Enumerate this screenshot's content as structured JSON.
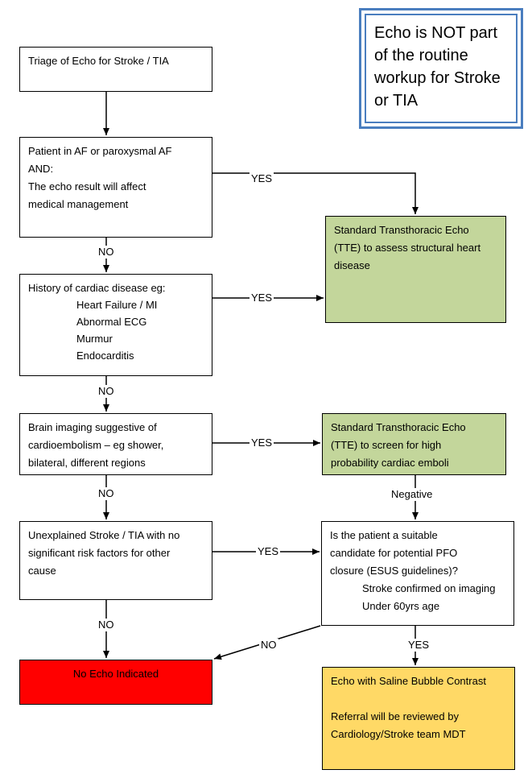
{
  "note": {
    "lines": [
      "Echo is NOT part",
      "of the routine",
      "workup for Stroke",
      "or TIA"
    ]
  },
  "boxes": {
    "triage": {
      "lines": [
        "Triage of Echo for Stroke / TIA"
      ]
    },
    "af": {
      "lines": [
        "Patient in AF or paroxysmal AF",
        "AND:",
        "The echo result will affect",
        "medical management"
      ]
    },
    "cardiac": {
      "heading": "History of cardiac disease eg:",
      "items": [
        "Heart Failure / MI",
        "Abnormal ECG",
        "Murmur",
        "Endocarditis"
      ]
    },
    "brain": {
      "lines": [
        "Brain imaging suggestive of",
        "cardioembolism – eg shower,",
        "bilateral, different regions"
      ]
    },
    "unexplained": {
      "lines": [
        "Unexplained Stroke / TIA with no",
        "significant risk factors for other",
        "cause"
      ]
    },
    "no_echo": {
      "lines": [
        "No Echo Indicated"
      ]
    },
    "tte_structural": {
      "lines": [
        "Standard Transthoracic Echo",
        "(TTE) to assess structural heart",
        "disease"
      ]
    },
    "tte_emboli": {
      "lines": [
        "Standard Transthoracic Echo",
        "(TTE) to screen for high",
        "probability cardiac emboli"
      ]
    },
    "pfo": {
      "lines": [
        "Is the patient a suitable",
        "candidate for potential PFO",
        "closure (ESUS guidelines)?"
      ],
      "items": [
        "Stroke confirmed on imaging",
        "Under 60yrs age"
      ]
    },
    "bubble": {
      "lines": [
        "Echo with Saline Bubble Contrast",
        "",
        "Referral will be reviewed by",
        "Cardiology/Stroke team MDT"
      ]
    }
  },
  "labels": {
    "yes1": "YES",
    "yes2": "YES",
    "yes3": "YES",
    "yes4": "YES",
    "yes5": "YES",
    "no1": "NO",
    "no2": "NO",
    "no3": "NO",
    "no4": "NO",
    "no5": "NO",
    "negative": "Negative"
  },
  "colors": {
    "green": "#c3d69b",
    "red": "#ff0000",
    "amber": "#ffd966",
    "note_border": "#4a7ebf"
  }
}
